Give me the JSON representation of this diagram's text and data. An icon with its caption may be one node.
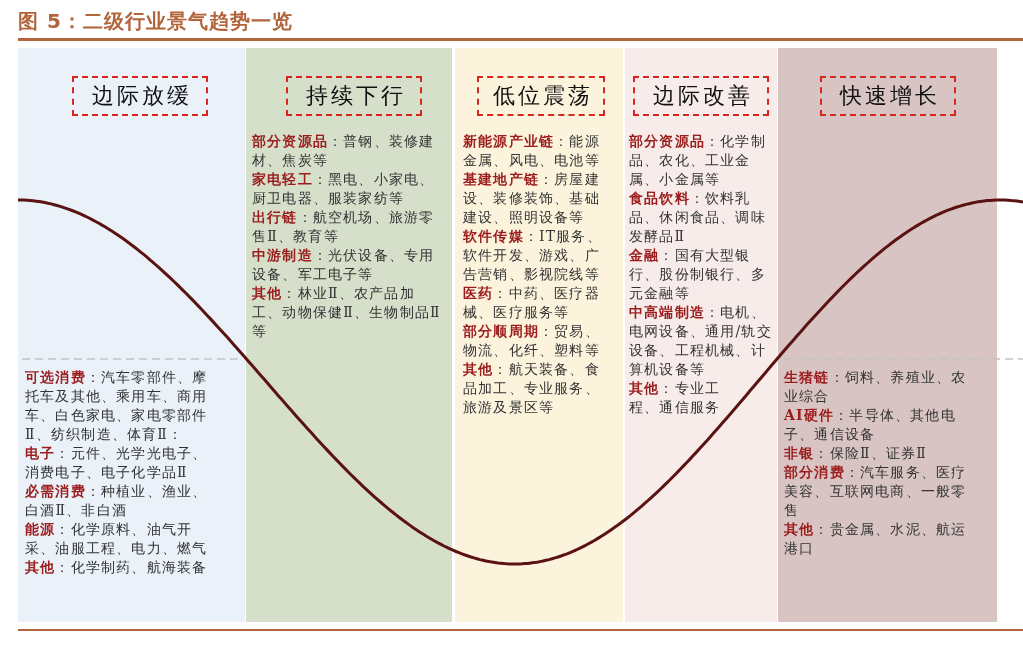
{
  "diagram": {
    "title": "图 5：二级行业景气趋势一览",
    "nodes": [
      {
        "text": [
          "**可选消费**：汽车零部件、摩托车及其他、乘用车、商用车、白色家电、家电零部件Ⅱ、纺织制造、体育Ⅱ：",
          "**电子**：元件、光学光电子、消费电子、电子化学品Ⅱ",
          "**必需消费**：种植业、渔业、白酒Ⅱ、非白酒",
          "**能源**：化学原料、油气开采、油服工程、电力、燃气",
          "**其他**：化学制药、航海装备"
        ]
      },
      {
        "text": [
          "边际放缓"
        ],
        "in": 0
      },
      {
        "text": [
          "**部分资源品**：普钢、装修建材、焦炭等",
          "**家电轻工**：黑电、小家电、厨卫电器、服装家纺等",
          "**出行链**：航空机场、旅游零售Ⅱ、教育等",
          "**中游制造**：光伏设备、专用设备、军工电子等",
          "**其他**：林业Ⅱ、农产品加工、动物保健Ⅱ、生物制品Ⅱ等"
        ]
      },
      {
        "text": [
          "持续下行"
        ],
        "in": 2
      },
      {
        "text": [
          "**新能源产业链**：能源金属、风电、电池等",
          "**基建地产链**：房屋建设、装修装饰、基础建设、照明设备等",
          "**软件传媒**：IT服务、软件开发、游戏、广告营销、影视院线等",
          "**医药**：中药、医疗器械、医疗服务等",
          "**部分顺周期**：贸易、物流、化纤、塑料等",
          "**其他**：航天装备、食品加工、专业服务、旅游及景区等"
        ]
      },
      {
        "text": [
          "低位震荡"
        ],
        "in": 4
      },
      {
        "text": [
          "**部分资源品**：化学制品、农化、工业金属、小金属等",
          "**食品饮料**：饮料乳品、休闲食品、调味发酵品Ⅱ",
          "**金融**：国有大型银行、股份制银行、多元金融等",
          "**中高端制造**：电机、电网设备、通用/轨交设备、工程机械、计算机设备等",
          "**其他**：专业工程、通信服务"
        ]
      },
      {
        "text": [
          "边际改善"
        ],
        "in": 6
      },
      {
        "text": [
          "**生猪链**：饲料、养殖业、农业综合",
          "**AI硬件**：半导体、其他电子、通信设备",
          "**非银**：保险Ⅱ、证券Ⅱ",
          "**部分消费**：汽车服务、医疗美容、互联网电商、一般零售",
          "**其他**：贵金属、水泥、航运港口"
        ]
      },
      {
        "text": [
          "快速增长"
        ],
        "in": 8
      }
    ]
  }
}
